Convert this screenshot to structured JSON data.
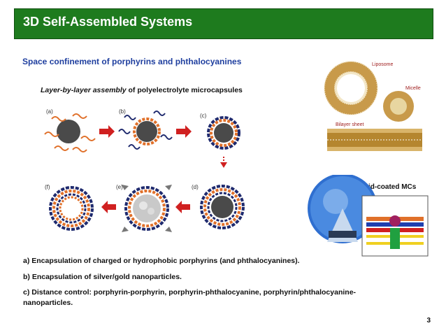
{
  "slide": {
    "title": "3D Self-Assembled Systems",
    "subtitle": "Space confinement of porphyrins and phthalocyanines",
    "lbl_italic": "Layer-by-layer assembly",
    "lbl_rest": " of polyelectrolyte microcapsules",
    "lipid_coated": "Lipid-coated MCs",
    "page_number": "3"
  },
  "panels": {
    "a": "(a)",
    "b": "(b)",
    "c": "(c)",
    "d": "(d)",
    "e": "(e)",
    "f": "(f)"
  },
  "lipid_figure": {
    "liposome": "Liposome",
    "micelle": "Micelle",
    "bilayer": "Bilayer sheet"
  },
  "bullets": [
    "a) Encapsulation of charged or hydrophobic porphyrins (and phthalocyanines).",
    "b) Encapsulation of silver/gold nanoparticles.",
    "c) Distance control: porphyrin-porphyrin, porphyrin-phthalocyanine, porphyrin/phthalocyanine-",
    "nanoparticles."
  ]
}
